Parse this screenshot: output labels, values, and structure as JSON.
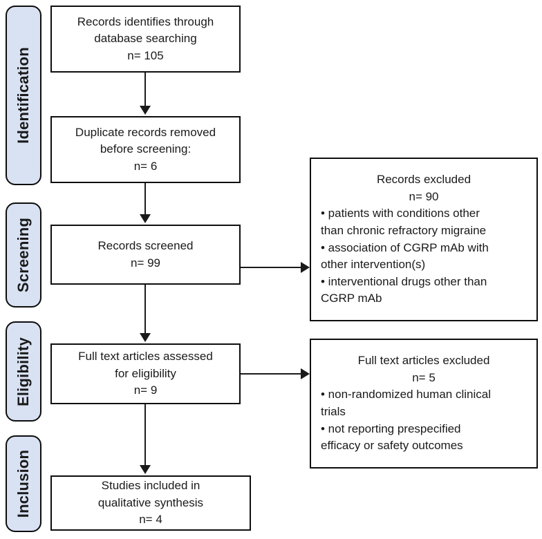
{
  "diagram": {
    "type": "prisma-flow-diagram",
    "colors": {
      "stage_tab_fill": "#d9e2f3",
      "stroke": "#0d0d0d",
      "text": "#1a1a1a",
      "box_fill": "#ffffff",
      "background": "#ffffff"
    },
    "stages": [
      {
        "id": "identification",
        "label": "Identification"
      },
      {
        "id": "screening",
        "label": "Screening"
      },
      {
        "id": "eligibility",
        "label": "Eligibility"
      },
      {
        "id": "inclusion",
        "label": "Inclusion"
      }
    ],
    "flow_boxes": [
      {
        "id": "records-identified",
        "lines": [
          "Records identifies through",
          "database searching",
          "n= 105"
        ]
      },
      {
        "id": "duplicates-removed",
        "lines": [
          "Duplicate records removed",
          "before screening:",
          "n= 6"
        ]
      },
      {
        "id": "records-screened",
        "lines": [
          "Records screened",
          "n= 99"
        ]
      },
      {
        "id": "full-text-assessed",
        "lines": [
          "Full text articles assessed",
          "for eligibility",
          "n= 9"
        ]
      },
      {
        "id": "studies-included",
        "lines": [
          "Studies included in",
          "qualitative synthesis",
          "n= 4"
        ]
      }
    ],
    "exclusion_boxes": [
      {
        "id": "records-excluded",
        "header_lines": [
          "Records excluded",
          "n= 90"
        ],
        "bullet_lines": [
          "• patients with conditions other",
          "than chronic refractory migraine",
          "• association of CGRP mAb with",
          "other intervention(s)",
          "• interventional drugs other than",
          "CGRP mAb"
        ]
      },
      {
        "id": "full-text-excluded",
        "header_lines": [
          "Full text articles excluded",
          "n= 5"
        ],
        "bullet_lines": [
          "• non-randomized human clinical",
          "trials",
          "• not reporting prespecified",
          "efficacy or safety outcomes"
        ]
      }
    ]
  }
}
